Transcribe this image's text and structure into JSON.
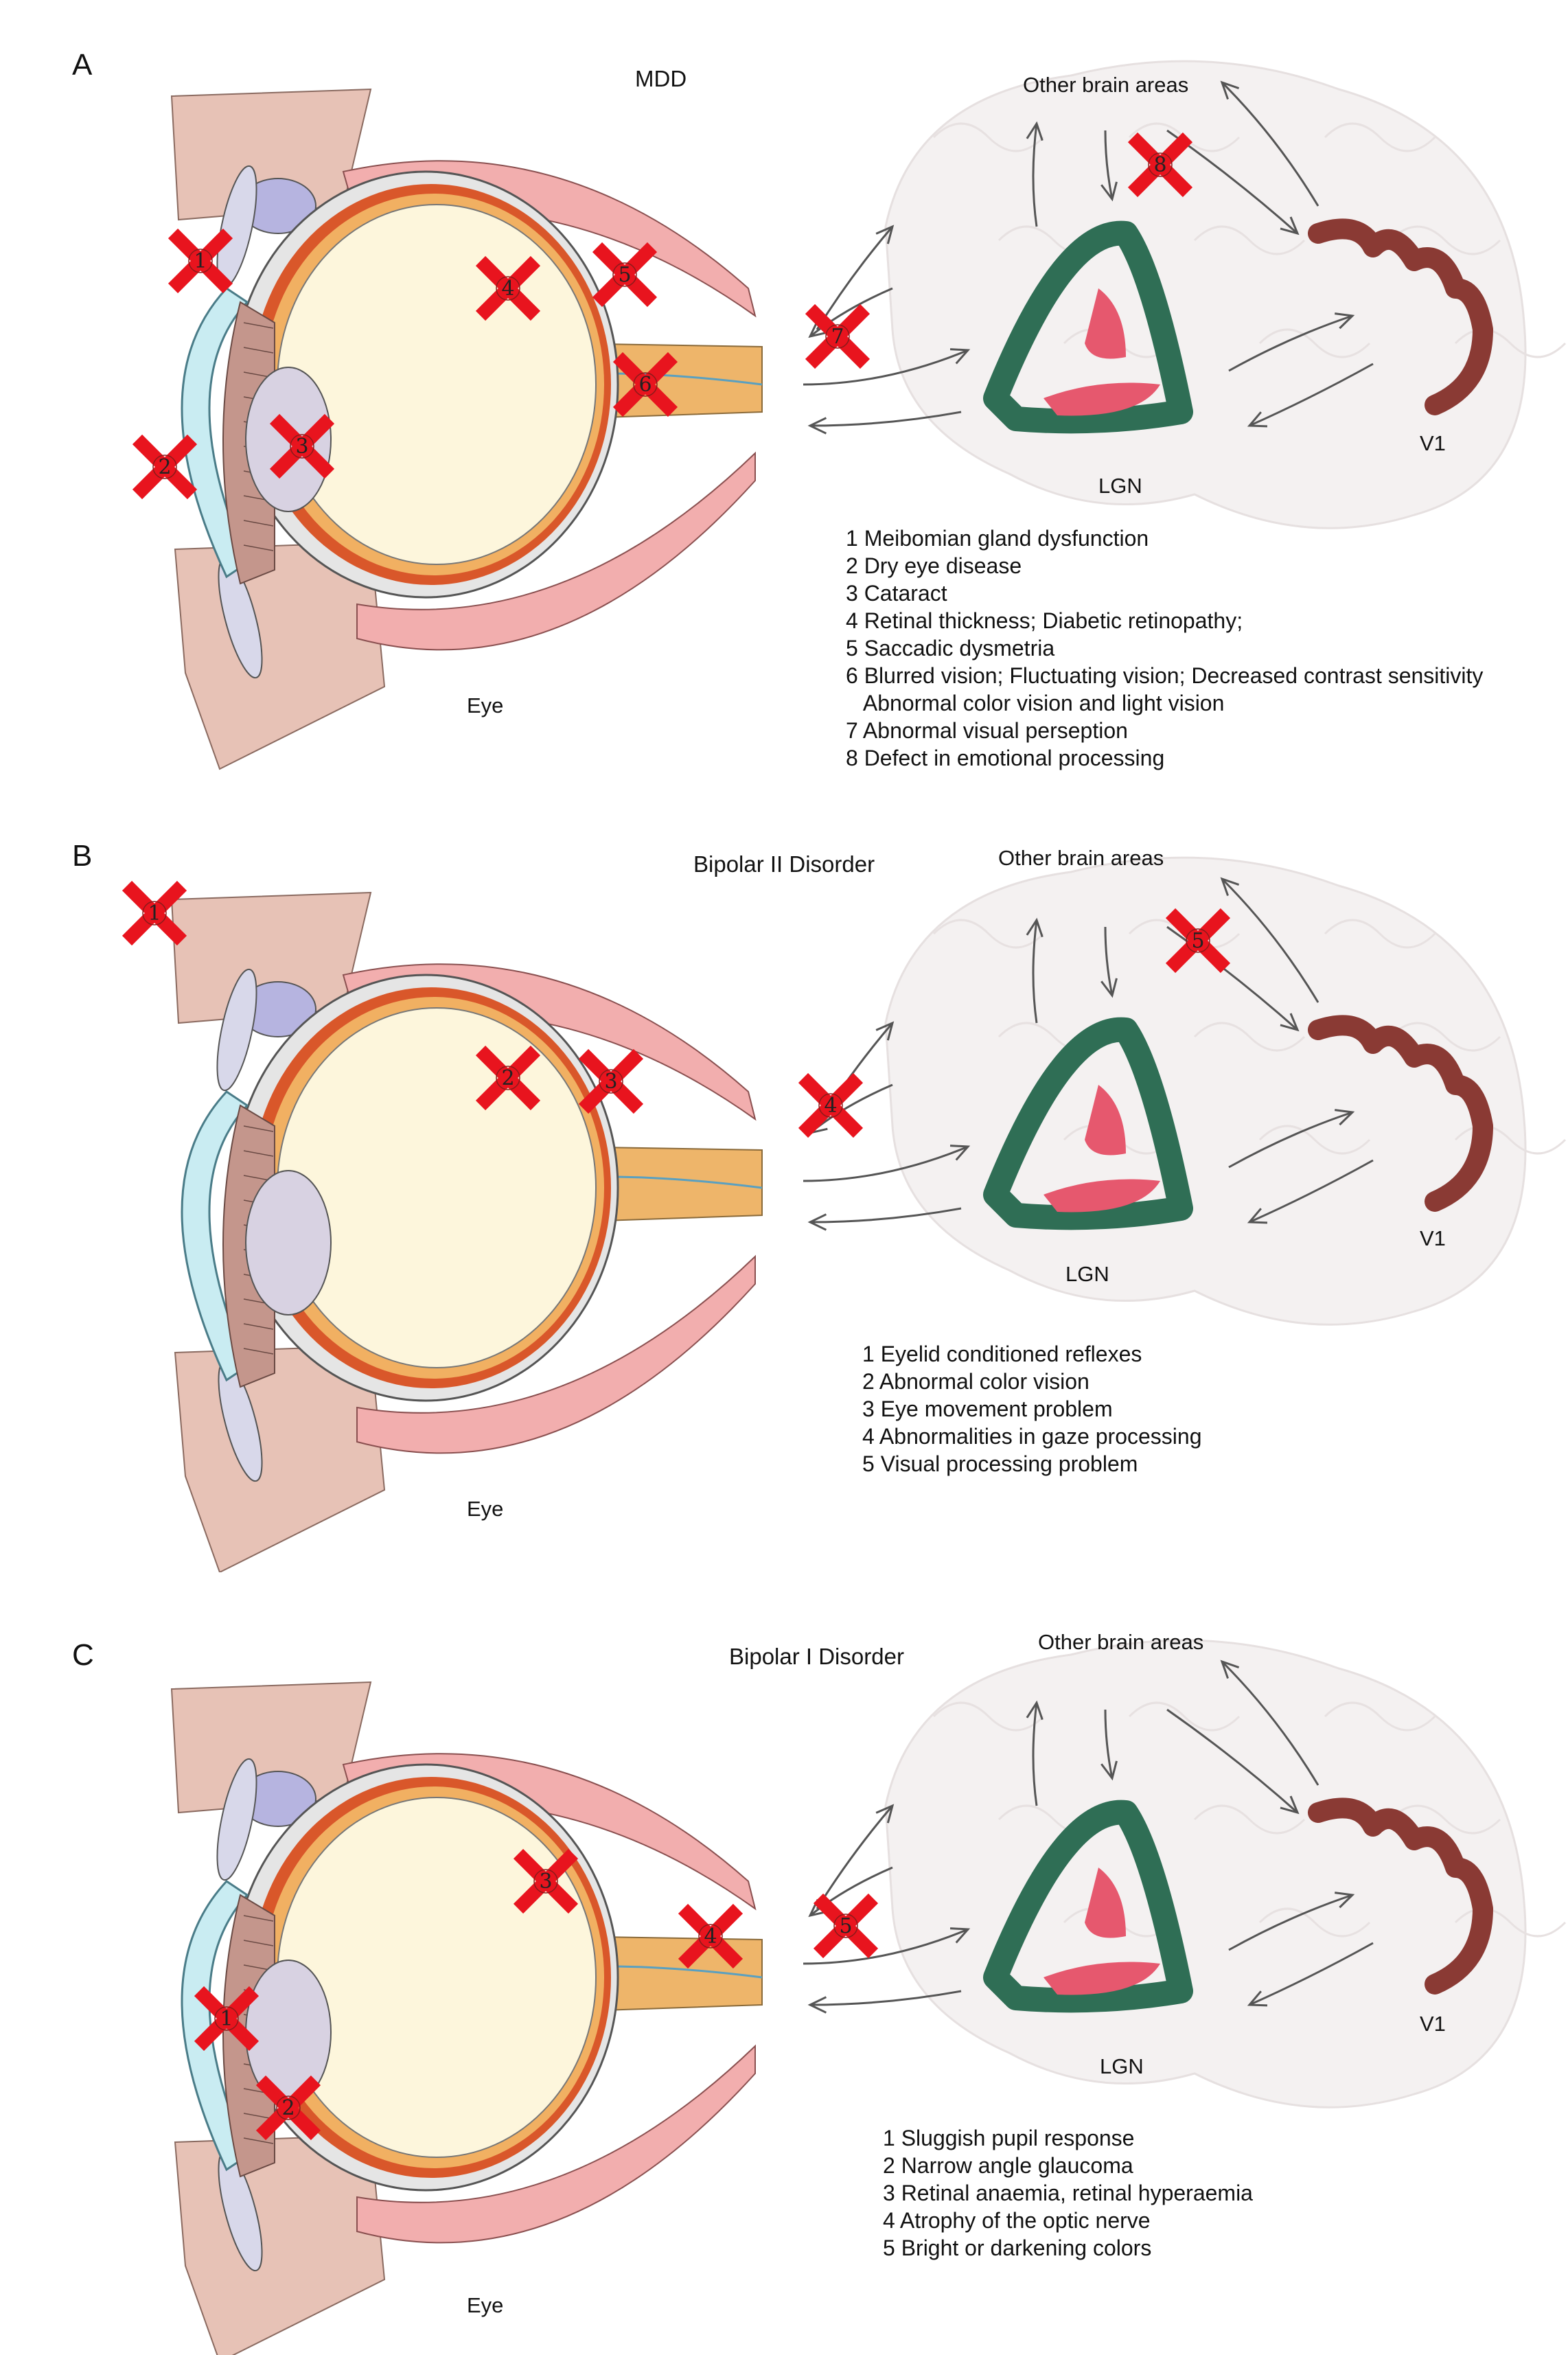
{
  "labels": {
    "eye": "Eye",
    "lgn": "LGN",
    "v1": "V1",
    "other": "Other brain areas"
  },
  "panels": [
    {
      "letter": "A",
      "title": "MDD",
      "markers": [
        "1",
        "2",
        "3",
        "4",
        "5",
        "6",
        "7",
        "8"
      ],
      "legend": [
        "1 Meibomian gland dysfunction",
        "2 Dry eye disease",
        "3 Cataract",
        "4 Retinal thickness; Diabetic retinopathy;",
        "5 Saccadic dysmetria",
        "6 Blurred vision; Fluctuating vision; Decreased contrast sensitivity",
        "   Abnormal color vision and light vision",
        "7 Abnormal visual perseption",
        "8 Defect in emotional processing"
      ]
    },
    {
      "letter": "B",
      "title": "Bipolar II Disorder",
      "markers": [
        "1",
        "2",
        "3",
        "4",
        "5"
      ],
      "legend": [
        "1 Eyelid conditioned reflexes",
        "2 Abnormal color vision",
        "3 Eye movement problem",
        "4 Abnormalities in gaze processing",
        "5 Visual processing problem"
      ]
    },
    {
      "letter": "C",
      "title": "Bipolar I Disorder",
      "markers": [
        "1",
        "2",
        "3",
        "4",
        "5"
      ],
      "legend": [
        "1 Sluggish pupil response",
        "2 Narrow angle glaucoma",
        "3 Retinal anaemia, retinal hyperaemia",
        "4 Atrophy of the optic nerve",
        "5 Bright or darkening colors"
      ]
    }
  ]
}
